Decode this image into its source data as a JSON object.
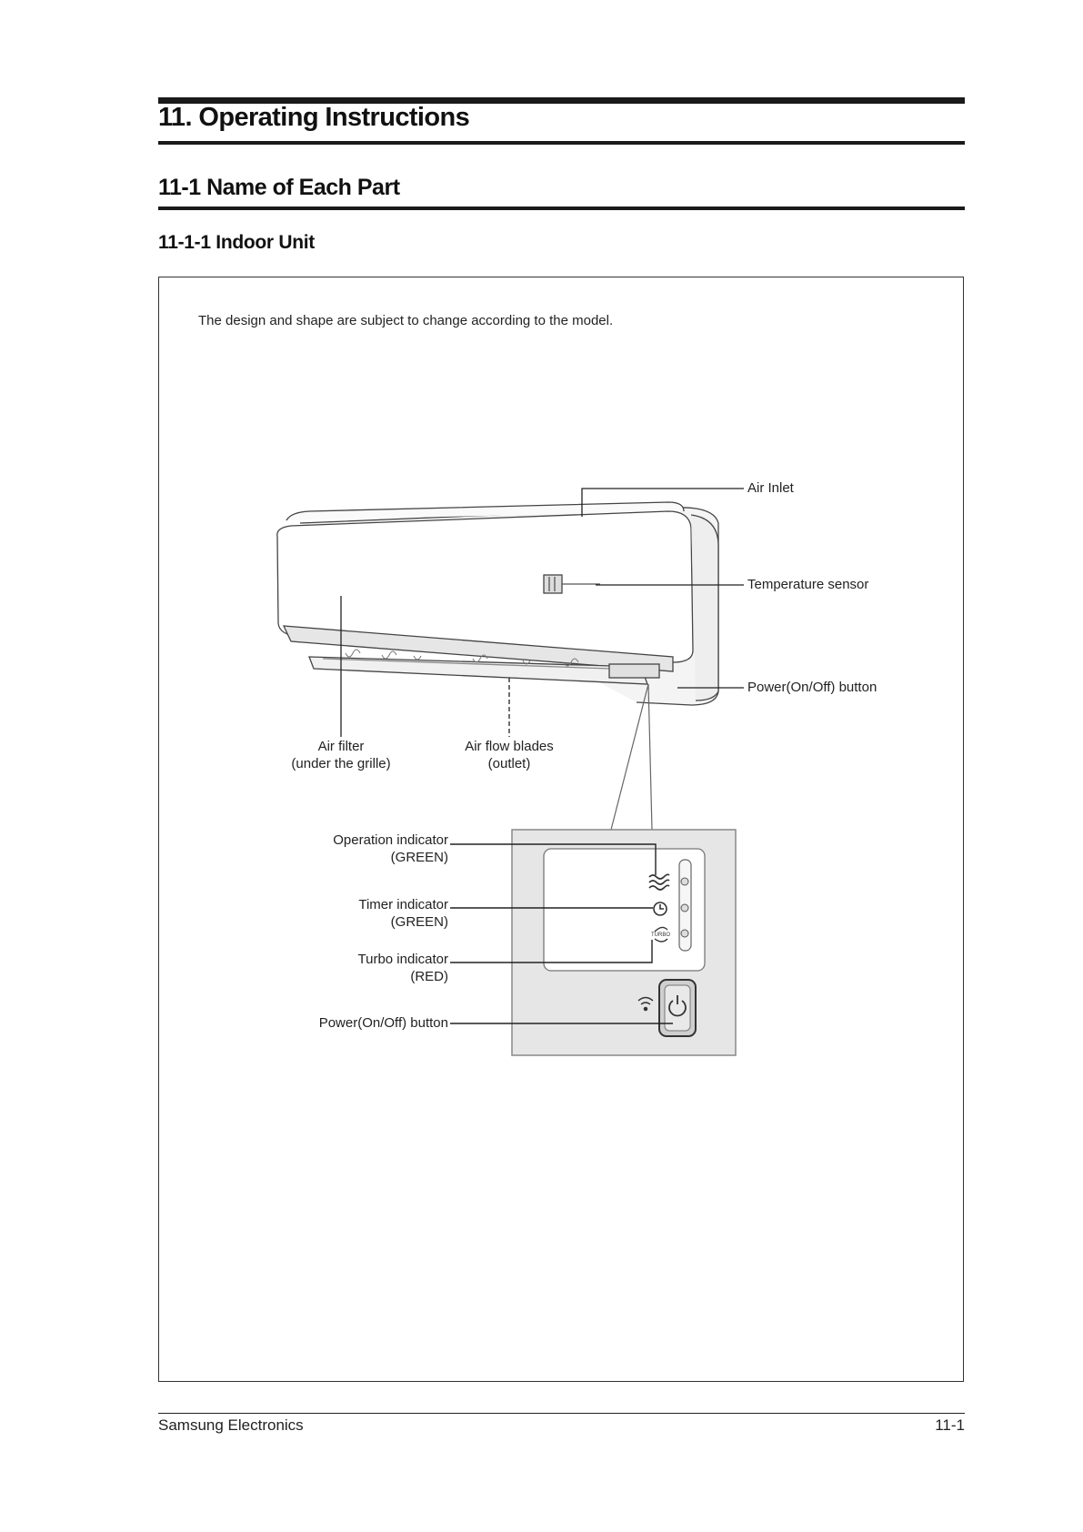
{
  "header": {
    "chapter_title": "11. Operating Instructions",
    "section_title": "11-1 Name of Each Part",
    "subsection_title": "11-1-1 Indoor Unit"
  },
  "figure": {
    "note": "The design and shape are subject to change according to the model.",
    "labels": {
      "air_inlet": "Air Inlet",
      "temperature_sensor": "Temperature sensor",
      "power_button_unit": "Power(On/Off) button",
      "air_filter_line1": "Air filter",
      "air_filter_line2": "(under the grille)",
      "air_flow_line1": "Air flow blades",
      "air_flow_line2": "(outlet)",
      "operation_indicator_line1": "Operation indicator",
      "operation_indicator_line2": "(GREEN)",
      "timer_indicator_line1": "Timer indicator",
      "timer_indicator_line2": "(GREEN)",
      "turbo_indicator_line1": "Turbo indicator",
      "turbo_indicator_line2": "(RED)",
      "power_button_panel": "Power(On/Off) button",
      "turbo_icon_text": "TURBO"
    },
    "icons": [
      "air-conditioner-unit-illustration",
      "operation-wave-icon",
      "timer-clock-icon",
      "turbo-icon",
      "wifi-icon",
      "power-icon"
    ]
  },
  "footer": {
    "company": "Samsung Electronics",
    "page_number": "11-1"
  }
}
